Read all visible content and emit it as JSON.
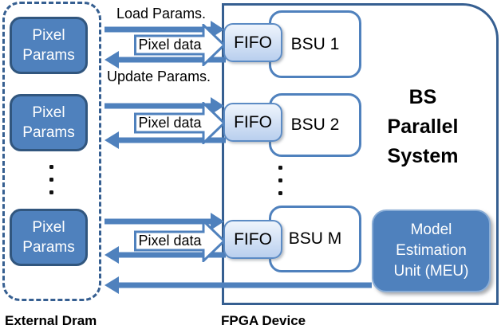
{
  "external_dram": {
    "label": "External Dram",
    "pixel_params_boxes": [
      "Pixel Params",
      "Pixel Params",
      "Pixel Params"
    ]
  },
  "fpga": {
    "label": "FPGA Device",
    "system_title": "BS\nParallel\nSystem",
    "units": [
      {
        "fifo": "FIFO",
        "bsu": "BSU 1"
      },
      {
        "fifo": "FIFO",
        "bsu": "BSU 2"
      },
      {
        "fifo": "FIFO",
        "bsu": "BSU M"
      }
    ],
    "meu_label": "Model\nEstimation\nUnit (MEU)"
  },
  "arrows": {
    "load_params_label": "Load Params.",
    "update_params_label": "Update Params.",
    "pixel_data_labels": [
      "Pixel data",
      "Pixel data",
      "Pixel data"
    ]
  },
  "colors": {
    "accent_blue": "#4f81bd",
    "dark_border_blue": "#365f91",
    "pixel_box_border": "#31567e",
    "fifo_fill_light": "#d7e4f6",
    "box_text_white": "#ffffff",
    "label_text_black": "#000000"
  }
}
